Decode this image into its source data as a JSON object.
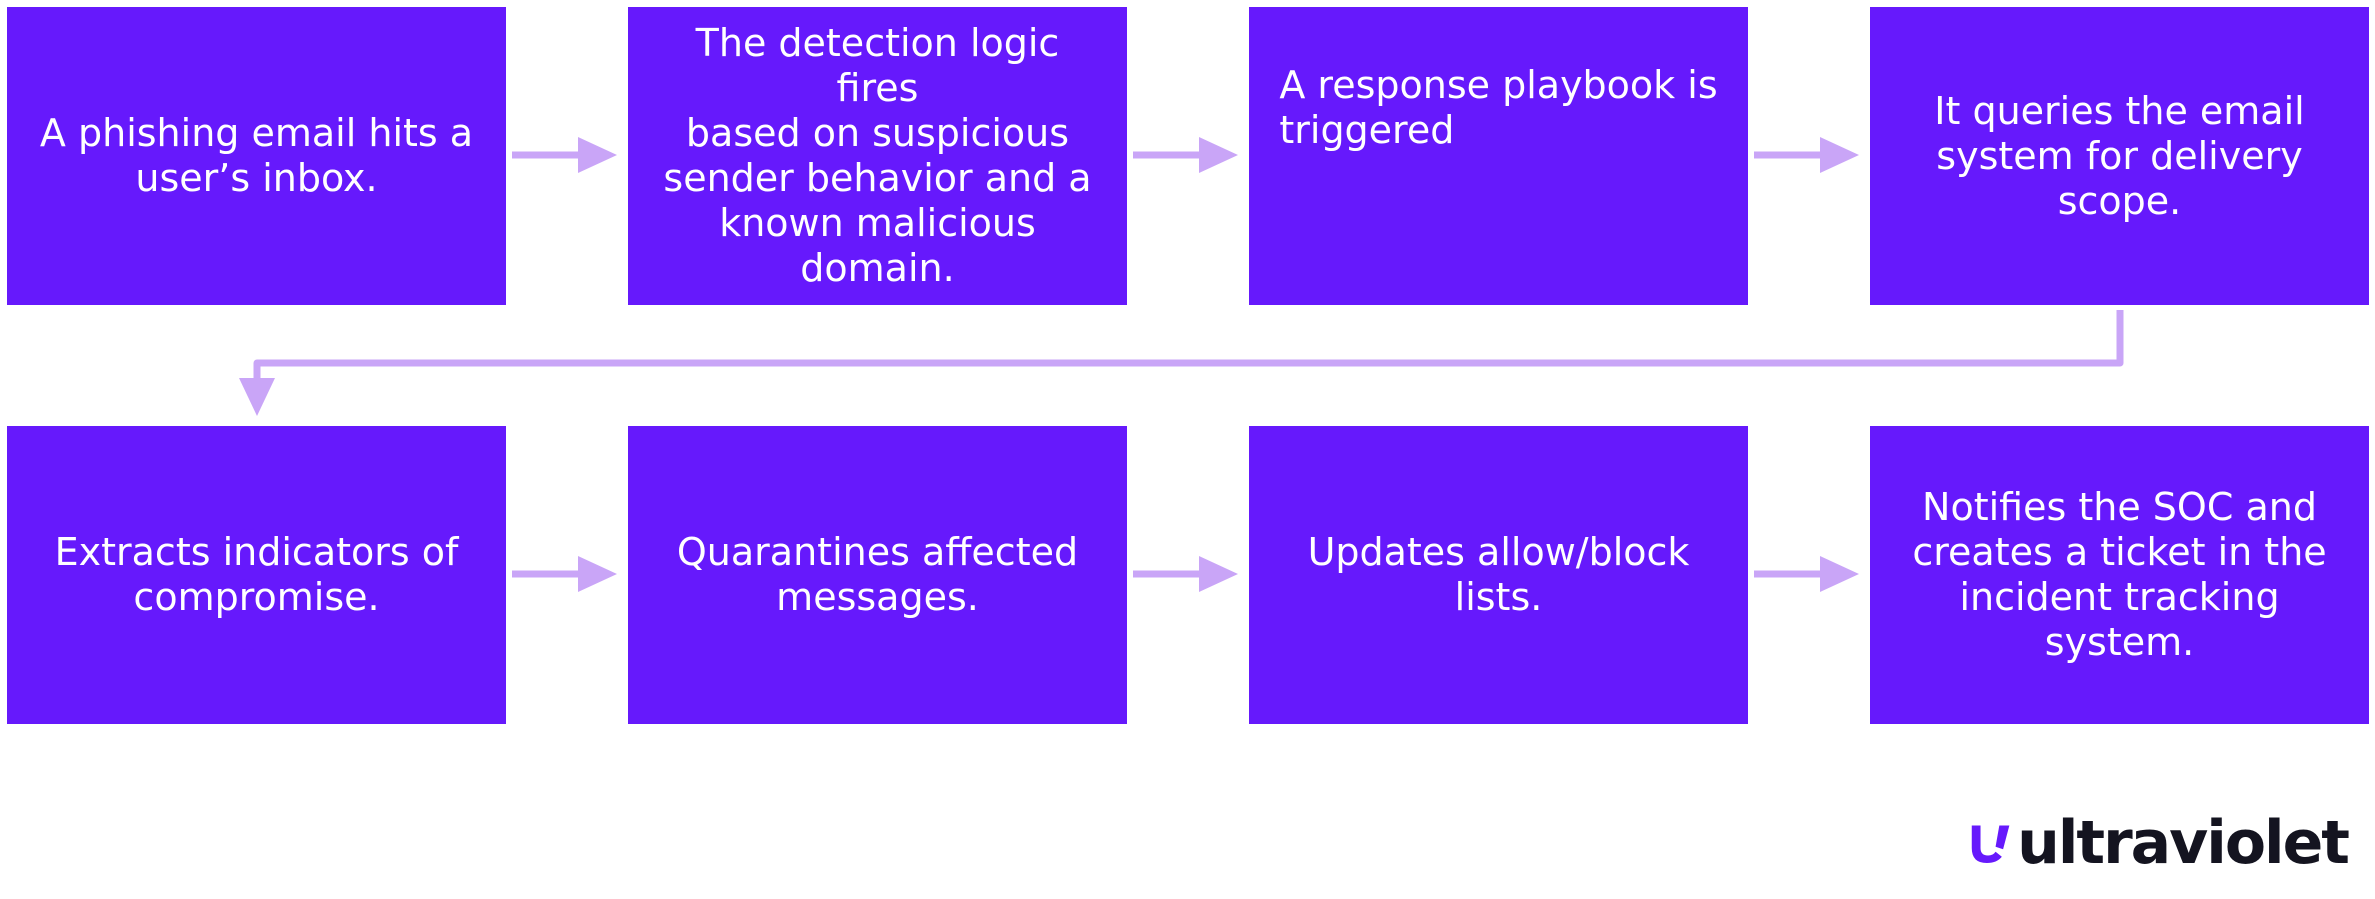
{
  "colors": {
    "box_fill": "#6619FC",
    "box_text": "#ffffff",
    "arrow": "#C9A5F7",
    "logo_mark": "#6619FC",
    "logo_text": "#141420"
  },
  "steps": [
    {
      "text": "A phishing email hits a\nuser’s inbox."
    },
    {
      "text": "The detection logic fires\nbased on suspicious\nsender behavior and a\nknown malicious\ndomain."
    },
    {
      "text": "A response playbook is\n  triggered"
    },
    {
      "text": "It queries the email\nsystem for delivery\nscope."
    },
    {
      "text": "Extracts indicators of\ncompromise."
    },
    {
      "text": "Quarantines affected\nmessages."
    },
    {
      "text": "Updates allow/block\nlists."
    },
    {
      "text": "Notifies the SOC and\ncreates a ticket in the\nincident tracking\nsystem."
    }
  ],
  "logo": {
    "text": "ultraviolet",
    "mark_icon": "ultraviolet-u-logo-icon"
  }
}
